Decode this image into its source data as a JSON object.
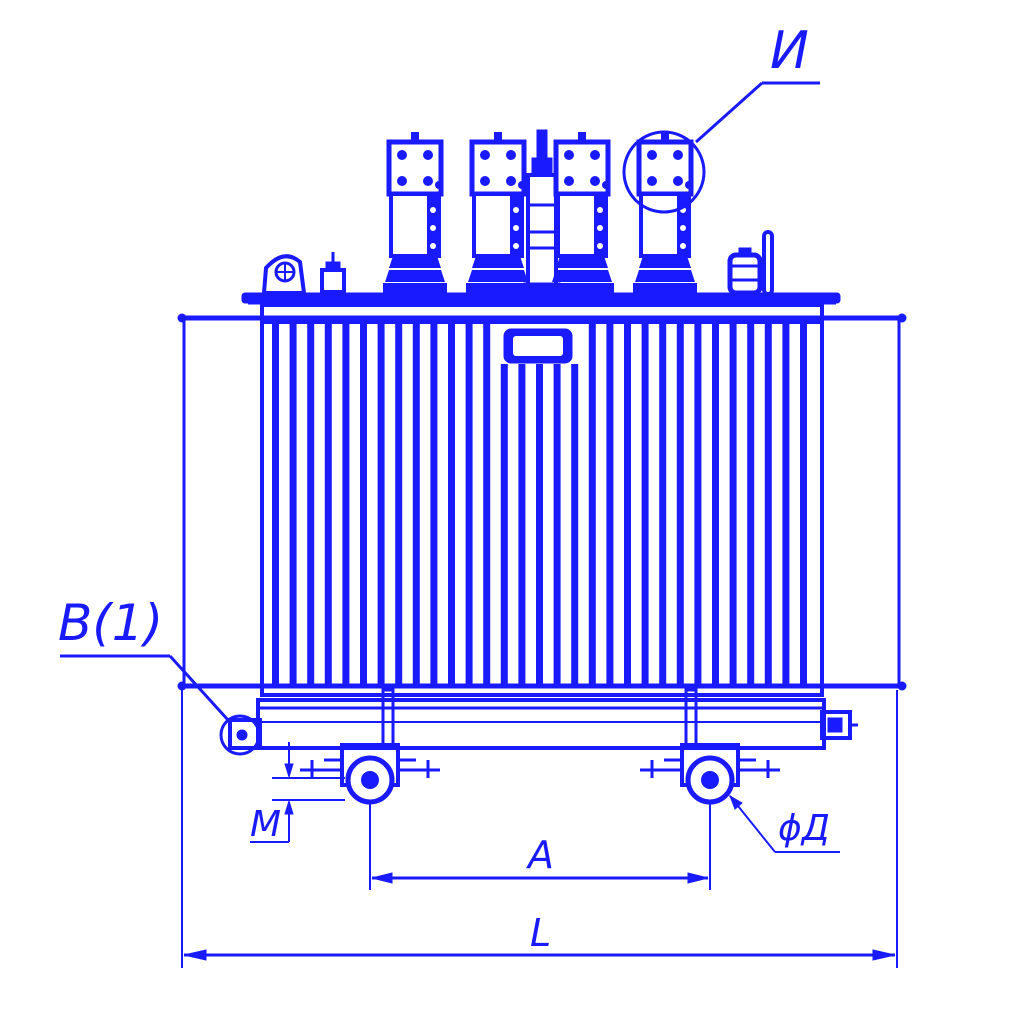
{
  "drawing": {
    "ink_color": "#1a1aff",
    "background": "#ffffff",
    "labels": {
      "detail_i": "И",
      "detail_b": "В(1)",
      "dim_m": "М",
      "dim_diameter": "ϕД",
      "dim_a": "А",
      "dim_l": "L"
    }
  }
}
